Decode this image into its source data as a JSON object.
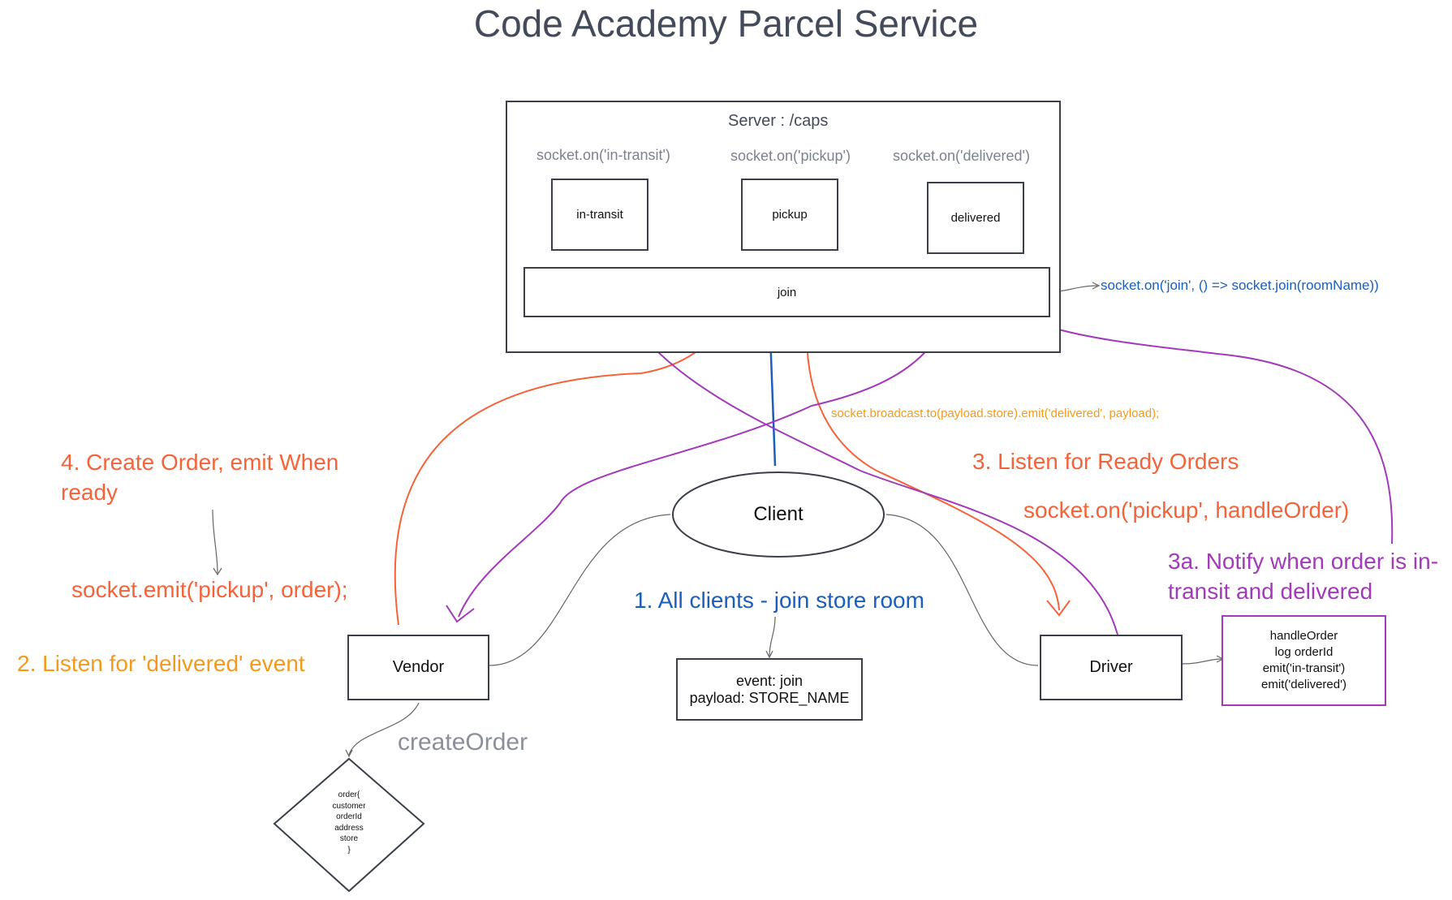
{
  "title": "Code Academy Parcel Service",
  "server": {
    "label": "Server : /caps",
    "handlers": [
      "socket.on('in-transit')",
      "socket.on('pickup')",
      "socket.on('delivered')"
    ],
    "events": [
      "in-transit",
      "pickup",
      "delivered"
    ],
    "join_label": "join",
    "join_handler": "socket.on('join', () => socket.join(roomName))"
  },
  "broadcast": "socket.broadcast.to(payload.store).emit('delivered', payload);",
  "client": {
    "label": "Client"
  },
  "vendor": {
    "label": "Vendor",
    "create_order": "createOrder"
  },
  "driver": {
    "label": "Driver"
  },
  "steps": {
    "step1": "1. All clients - join store room",
    "step2": "2. Listen for 'delivered' event",
    "step3": "3. Listen for Ready Orders",
    "step3_code": "socket.on('pickup', handleOrder)",
    "step3a_line1": "3a. Notify when order is in-",
    "step3a_line2": "transit and delivered",
    "step4_line1": "4. Create Order, emit When",
    "step4_line2": "ready",
    "step4_code": "socket.emit('pickup', order);"
  },
  "join_payload": {
    "line1": "event: join",
    "line2": "payload: STORE_NAME"
  },
  "handle_order": [
    "handleOrder",
    "log orderId",
    "emit('in-transit')",
    "emit('delivered')"
  ],
  "order_shape": [
    "order{",
    "customer",
    "orderId",
    "address",
    "store",
    "}"
  ],
  "colors": {
    "title": "#434a5a",
    "orange": "#f4633a",
    "amber": "#f39a1e",
    "purple": "#a23ab9",
    "blue": "#1a5fbd",
    "gray": "#8a8f99",
    "box_border": "#3a3f4a"
  }
}
